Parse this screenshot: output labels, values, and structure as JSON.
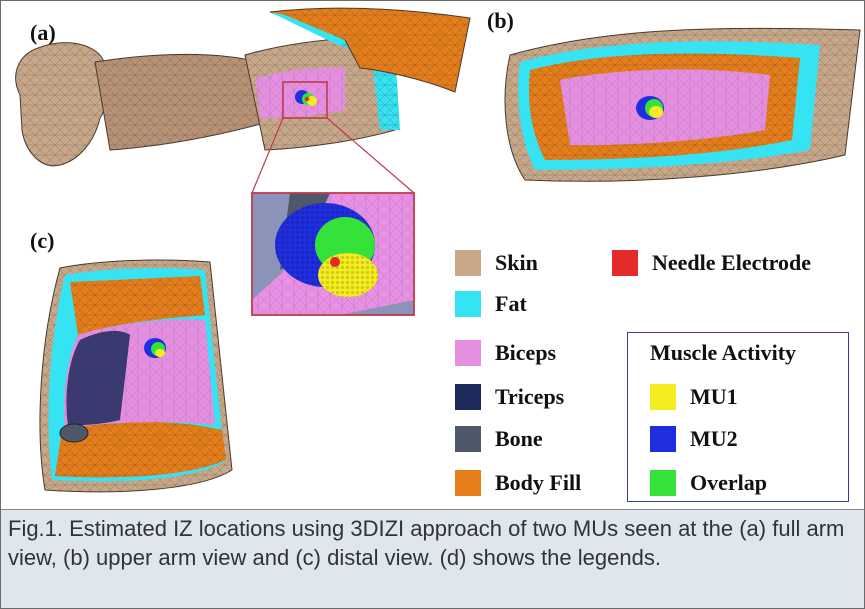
{
  "panels": {
    "a": "(a)",
    "b": "(b)",
    "c": "(c)"
  },
  "legend": {
    "tissues": [
      {
        "label": "Skin",
        "color": "#c9a88a"
      },
      {
        "label": "Fat",
        "color": "#35e3f3"
      },
      {
        "label": "Biceps",
        "color": "#e48fe0"
      },
      {
        "label": "Triceps",
        "color": "#1c2a5c"
      },
      {
        "label": "Bone",
        "color": "#4f5868"
      },
      {
        "label": "Body Fill",
        "color": "#e57e1a"
      }
    ],
    "needle": {
      "label": "Needle Electrode",
      "color": "#e52a2a"
    },
    "muscle_activity_title": "Muscle Activity",
    "muscle_activity": [
      {
        "label": "MU1",
        "color": "#f5ec20"
      },
      {
        "label": "MU2",
        "color": "#1f2ee0"
      },
      {
        "label": "Overlap",
        "color": "#35e23a"
      }
    ]
  },
  "caption": "Fig.1. Estimated IZ locations using 3DIZI approach of two MUs seen at the (a) full arm view, (b) upper arm view and (c) distal view. (d) shows the legends."
}
